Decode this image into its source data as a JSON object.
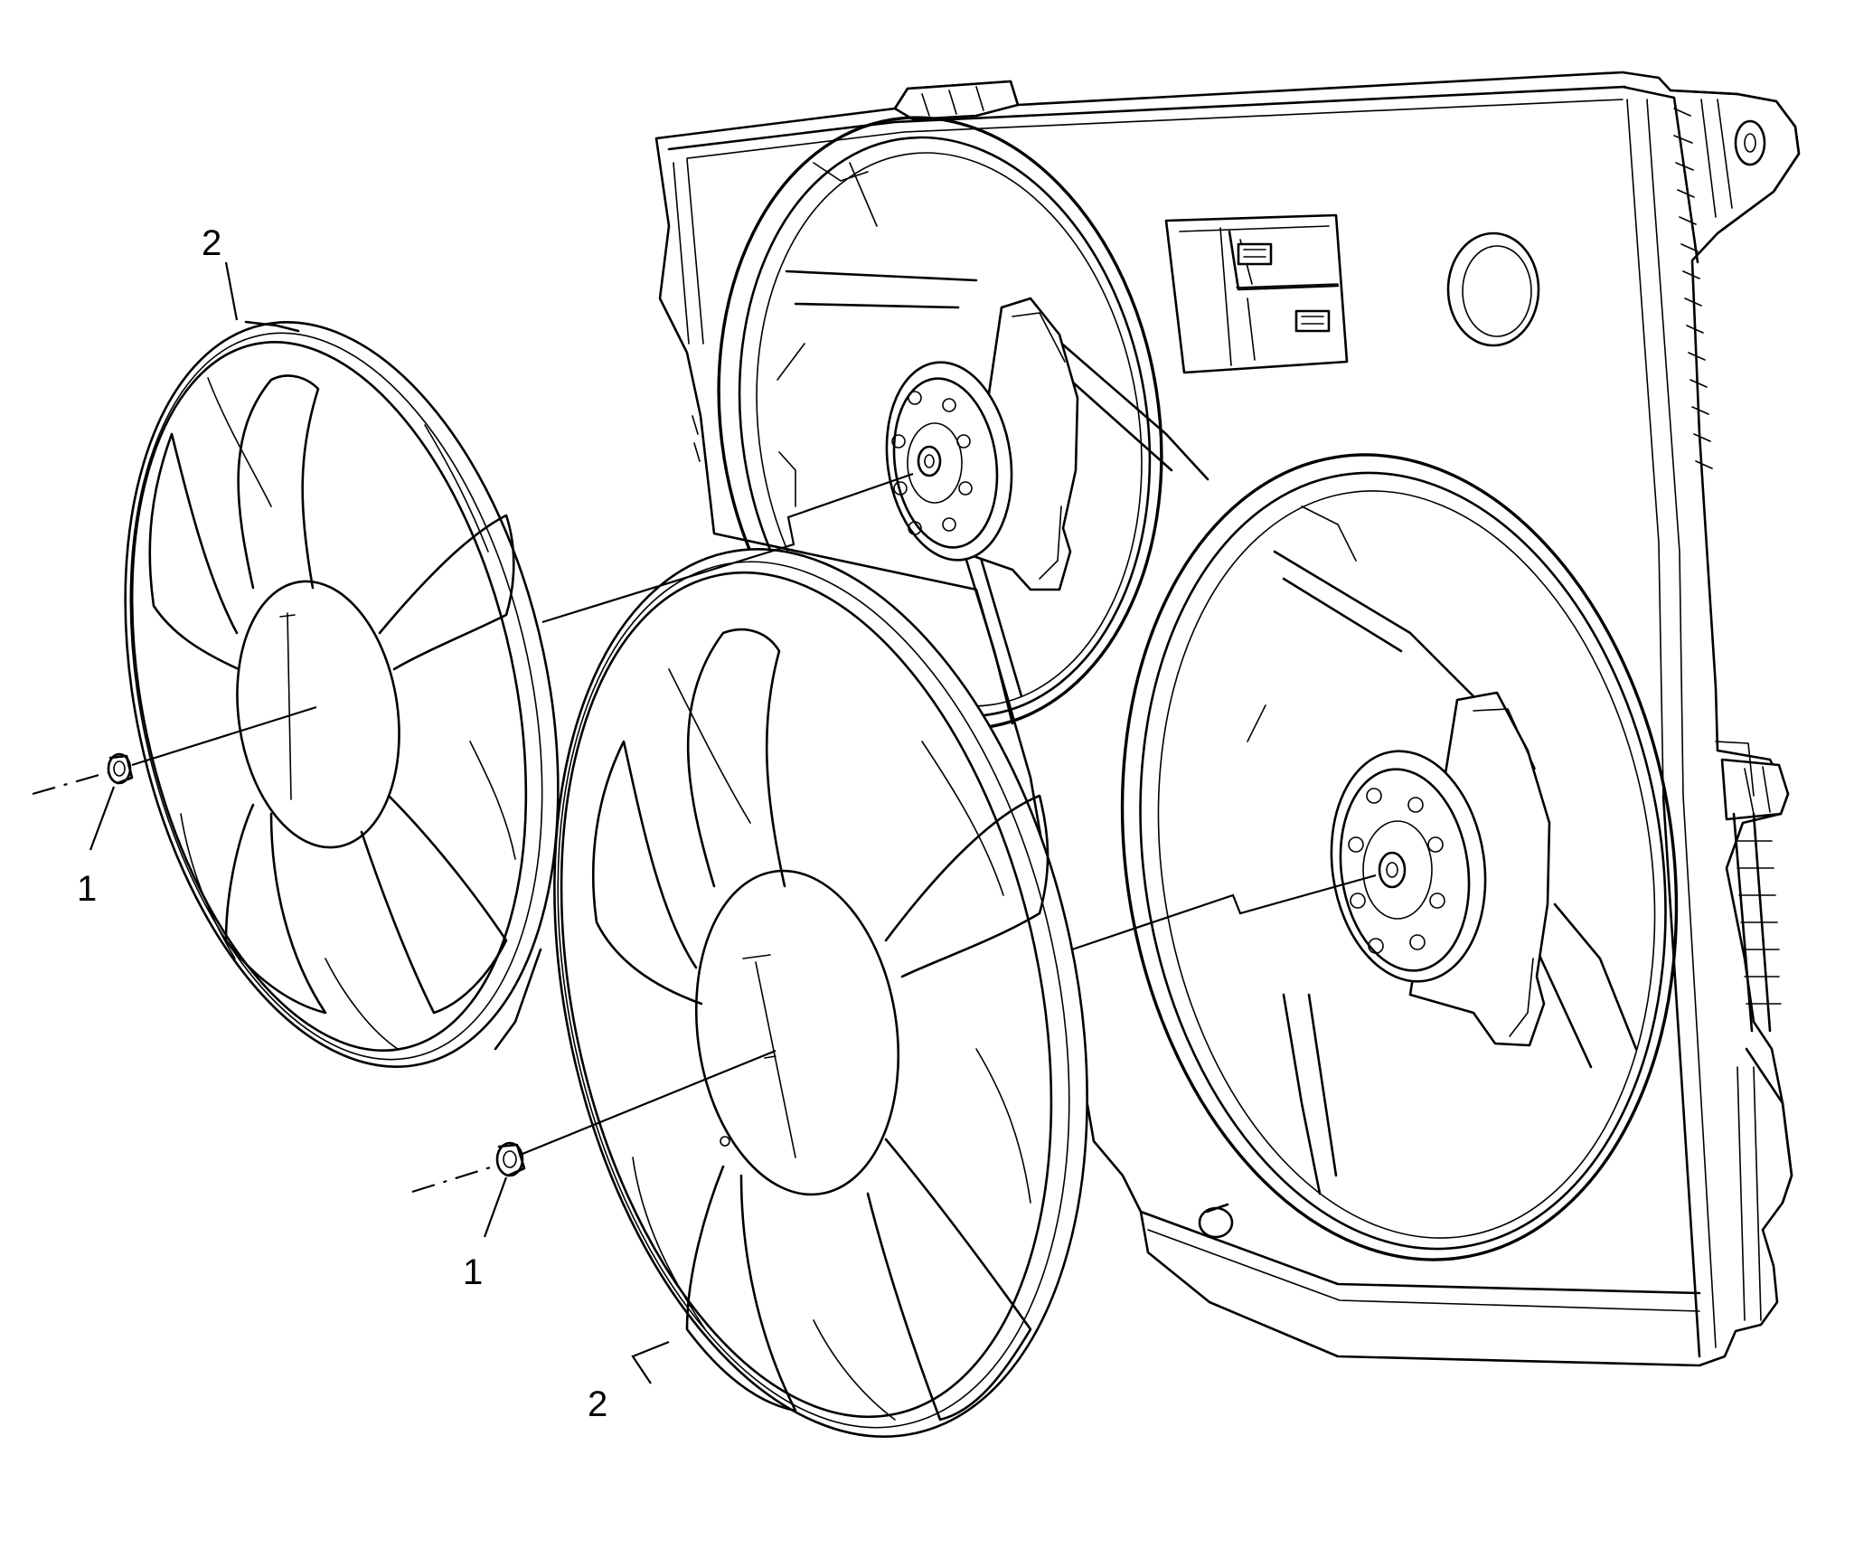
{
  "callouts": [
    {
      "id": "nut-left",
      "text": "1"
    },
    {
      "id": "nut-right",
      "text": "1"
    },
    {
      "id": "fan-left",
      "text": "2"
    },
    {
      "id": "fan-right",
      "text": "2"
    }
  ]
}
